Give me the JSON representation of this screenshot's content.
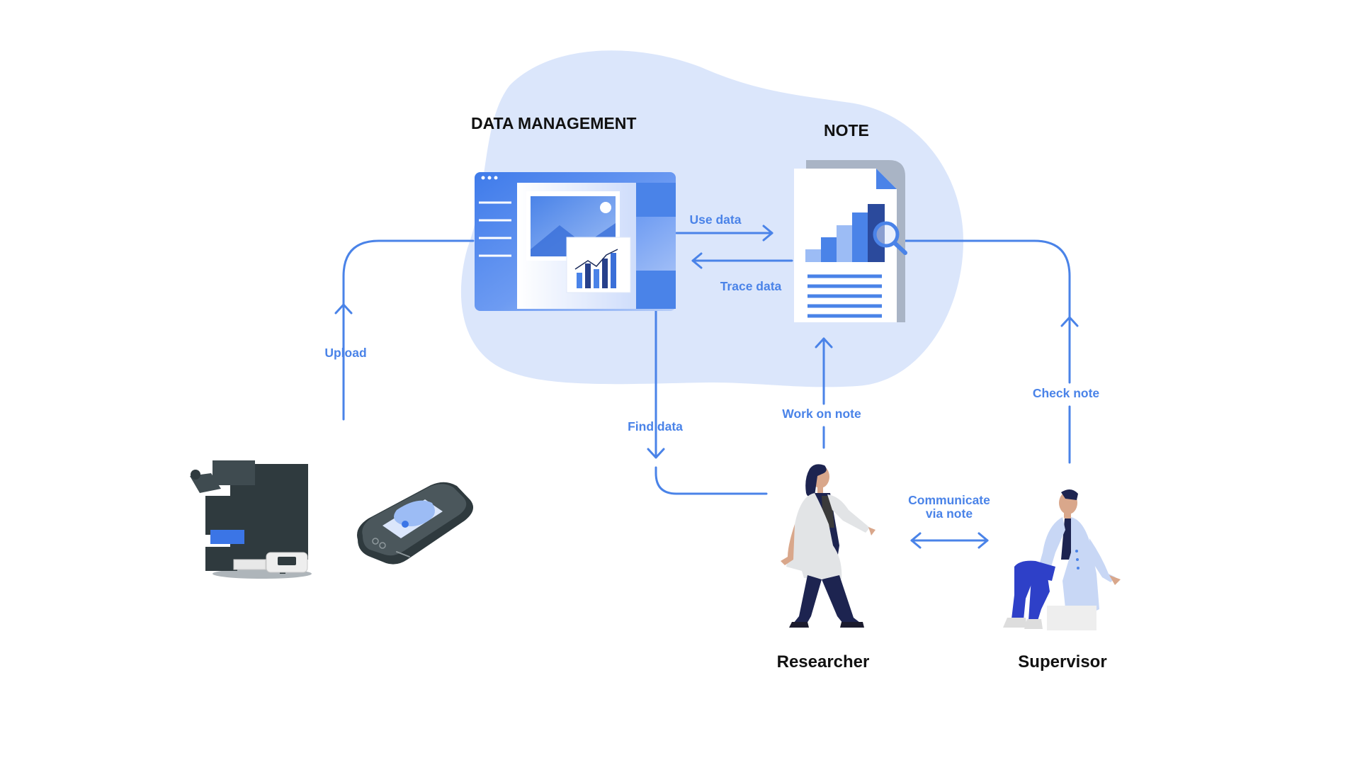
{
  "sections": {
    "data_management": "DATA MANAGEMENT",
    "note": "NOTE"
  },
  "edges": {
    "upload": "Upload",
    "use_data": "Use data",
    "trace_data": "Trace data",
    "find_data": "Find data",
    "work_on_note": "Work on note",
    "check_note": "Check note",
    "communicate_line1": "Communicate",
    "communicate_line2": "via note"
  },
  "roles": {
    "researcher": "Researcher",
    "supervisor": "Supervisor"
  },
  "colors": {
    "accent": "#4a83e8",
    "cloud": "#dbe6fb",
    "text": "#111111",
    "instrument": "#2f3a3e"
  },
  "icons": [
    "microscope-icon",
    "plate-reader-icon",
    "data-management-window-icon",
    "note-document-icon",
    "magnifier-icon",
    "researcher-figure",
    "supervisor-figure"
  ]
}
